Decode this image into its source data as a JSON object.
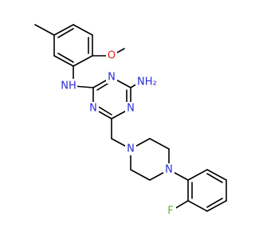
{
  "molecule": {
    "atoms": {
      "nh_link": "NH",
      "nh2": "NH₂",
      "methoxy_o": "O",
      "triazine_n_top": "N",
      "triazine_n_left": "N",
      "triazine_n_right": "N",
      "piperazine_n1": "N",
      "piperazine_n4": "N",
      "fluorine": "F"
    },
    "colors": {
      "bond": "#000000",
      "nitrogen": "#2a2ad8",
      "oxygen": "#e0261d",
      "fluorine": "#5ab832",
      "background": "#ffffff"
    }
  }
}
